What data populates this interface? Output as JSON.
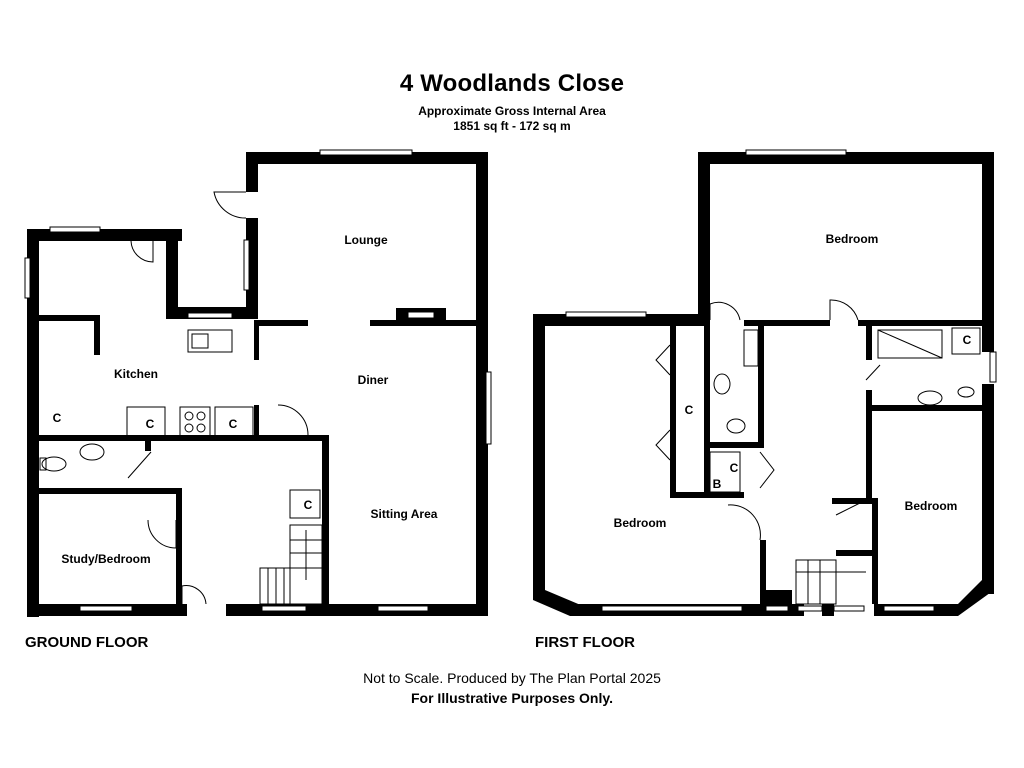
{
  "header": {
    "title": "4 Woodlands Close",
    "subtitle": "Approximate Gross Internal Area",
    "area": "1851 sq ft - 172 sq m"
  },
  "floors": {
    "ground": "GROUND FLOOR",
    "first": "FIRST FLOOR"
  },
  "rooms": {
    "lounge": "Lounge",
    "kitchen": "Kitchen",
    "diner": "Diner",
    "sitting_area": "Sitting Area",
    "study_bedroom": "Study/Bedroom",
    "bedroom_top": "Bedroom",
    "bedroom_left": "Bedroom",
    "bedroom_right": "Bedroom",
    "cupboard": "C",
    "boiler": "B"
  },
  "footer": {
    "note": "Not to Scale. Produced by The Plan Portal 2025",
    "disclaimer": "For Illustrative Purposes Only."
  }
}
